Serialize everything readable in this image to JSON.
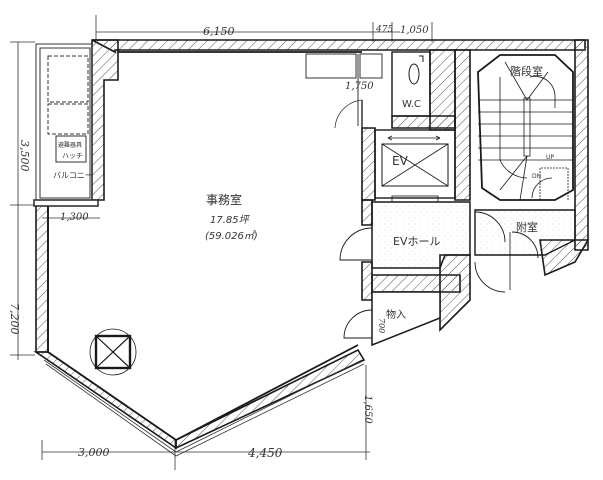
{
  "plan": {
    "rooms": {
      "office": {
        "name": "事務室",
        "area_tsubo": "17.85坪",
        "area_m2": "(59.026㎡)"
      },
      "wc": "W.C",
      "elevator": "EV",
      "ev_hall": "EVホール",
      "annex": "附室",
      "stairwell": "階段室",
      "storage": "物入",
      "balcony": "バルコニー",
      "hatch_top": "避難器具",
      "hatch_bottom": "ハッチ"
    },
    "stair_marks": {
      "up": "UP",
      "down": "DN"
    },
    "dimensions": {
      "top_main": "6,150",
      "top_mid": "475",
      "top_right": "1,050",
      "left_upper": "3,500",
      "left_lower": "7,200",
      "balcony_width": "1,300",
      "bottom_left": "3,000",
      "bottom_right": "4,450",
      "right_lower": "1,650",
      "wc_depth": "1,750",
      "storage_width": "700"
    },
    "colors": {
      "line": "#1a1a1a",
      "hatch": "#555555",
      "paper": "#ffffff"
    }
  }
}
